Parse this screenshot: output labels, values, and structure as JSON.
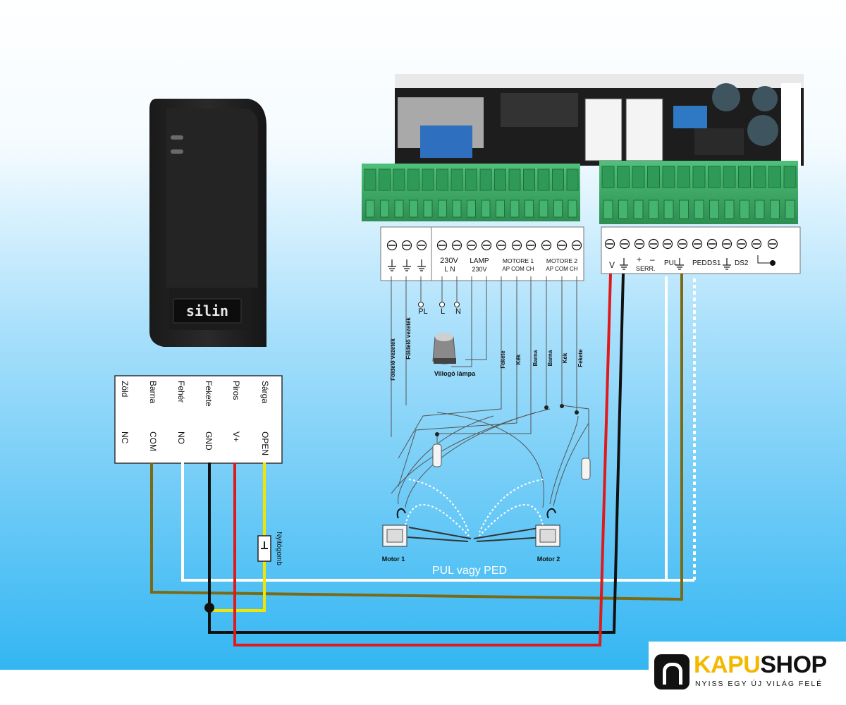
{
  "reader": {
    "brand": "silin"
  },
  "reader_block": {
    "colors": [
      "Zöld",
      "Barna",
      "Fehér",
      "Fekete",
      "Piros",
      "Sárga"
    ],
    "terminals": [
      "NC",
      "COM",
      "NO",
      "GND",
      "V+",
      "OPEN"
    ]
  },
  "nyitogomb": "Nyitógomb",
  "board": {
    "left_strip": {
      "voltage": "230V",
      "ln": "L  N",
      "lamp": "LAMP",
      "lamp_v": "230V",
      "motore1": "MOTORE 1",
      "motore1_sub": "AP COM CH",
      "motore2": "MOTORE 2",
      "motore2_sub": "AP COM CH"
    },
    "right_strip": {
      "v": "V",
      "plus": "+",
      "minus": "–",
      "serr": "SERR.",
      "pul": "PUL",
      "ped": "PED",
      "ds1": "DS1",
      "ds2": "DS2"
    }
  },
  "below_board": {
    "pl": "PL",
    "l": "L",
    "n": "N",
    "foldelo1": "Földelő vezeték",
    "foldelo2": "Földelő vezeték",
    "lamp_label": "Villogó lámpa",
    "m1_wires": [
      "Fekete",
      "Kék"
    ],
    "m2_wires": [
      "Barna",
      "Barna",
      "Kék",
      "Fekete"
    ],
    "motor1": "Motor 1",
    "motor2": "Motor 2"
  },
  "pul_ped": "PUL vagy PED",
  "logo": {
    "kapu": "KAPU",
    "shop": "SHOP",
    "tagline": "NYISS EGY ÚJ VILÁG FELÉ"
  },
  "colors": {
    "sky_top": "#ffffff",
    "sky_bottom": "#35b7f2",
    "terminal_green": "#36a561",
    "wire_brown": "#7a6a16",
    "wire_yellow": "#f2e600",
    "wire_red": "#e0191b",
    "wire_black": "#111111"
  }
}
